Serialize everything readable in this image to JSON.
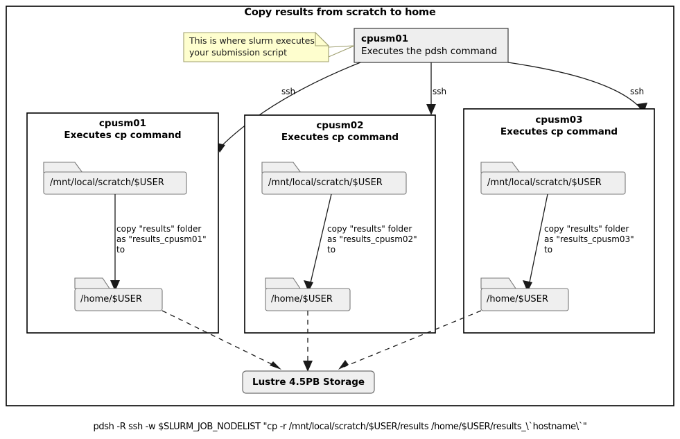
{
  "diagram": {
    "title": "Copy results from scratch to home",
    "caption": "pdsh -R ssh -w $SLURM_JOB_NODELIST \"cp -r /mnt/local/scratch/$USER/results /home/$USER/results_\\`hostname\\`\"",
    "note": {
      "line1": "This is where slurm executes",
      "line2": "your submission script"
    },
    "head_node": {
      "name": "cpusm01",
      "description": "Executes the pdsh command"
    },
    "ssh_labels": [
      "ssh",
      "ssh",
      "ssh"
    ],
    "containers": [
      {
        "name": "cpusm01",
        "subtitle": "Executes cp command",
        "source_folder": "/mnt/local/scratch/$USER",
        "dest_folder": "/home/$USER",
        "edge_label_line1": "copy \"results\" folder",
        "edge_label_line2": "as \"results_cpusm01\"",
        "edge_label_line3": "to"
      },
      {
        "name": "cpusm02",
        "subtitle": "Executes cp command",
        "source_folder": "/mnt/local/scratch/$USER",
        "dest_folder": "/home/$USER",
        "edge_label_line1": "copy \"results\" folder",
        "edge_label_line2": "as \"results_cpusm02\"",
        "edge_label_line3": "to"
      },
      {
        "name": "cpusm03",
        "subtitle": "Executes cp command",
        "source_folder": "/mnt/local/scratch/$USER",
        "dest_folder": "/home/$USER",
        "edge_label_line1": "copy \"results\" folder",
        "edge_label_line2": "as \"results_cpusm03\"",
        "edge_label_line3": "to"
      }
    ],
    "storage": {
      "label": "Lustre 4.5PB Storage"
    },
    "colors": {
      "node_fill": "#EEEEEE",
      "folder_fill": "#EFEFEF",
      "note_fill": "#FEFECE",
      "note_border": "#A0A070",
      "line": "#1A1A1A",
      "frame": "#000000",
      "background": "#FFFFFF"
    }
  }
}
